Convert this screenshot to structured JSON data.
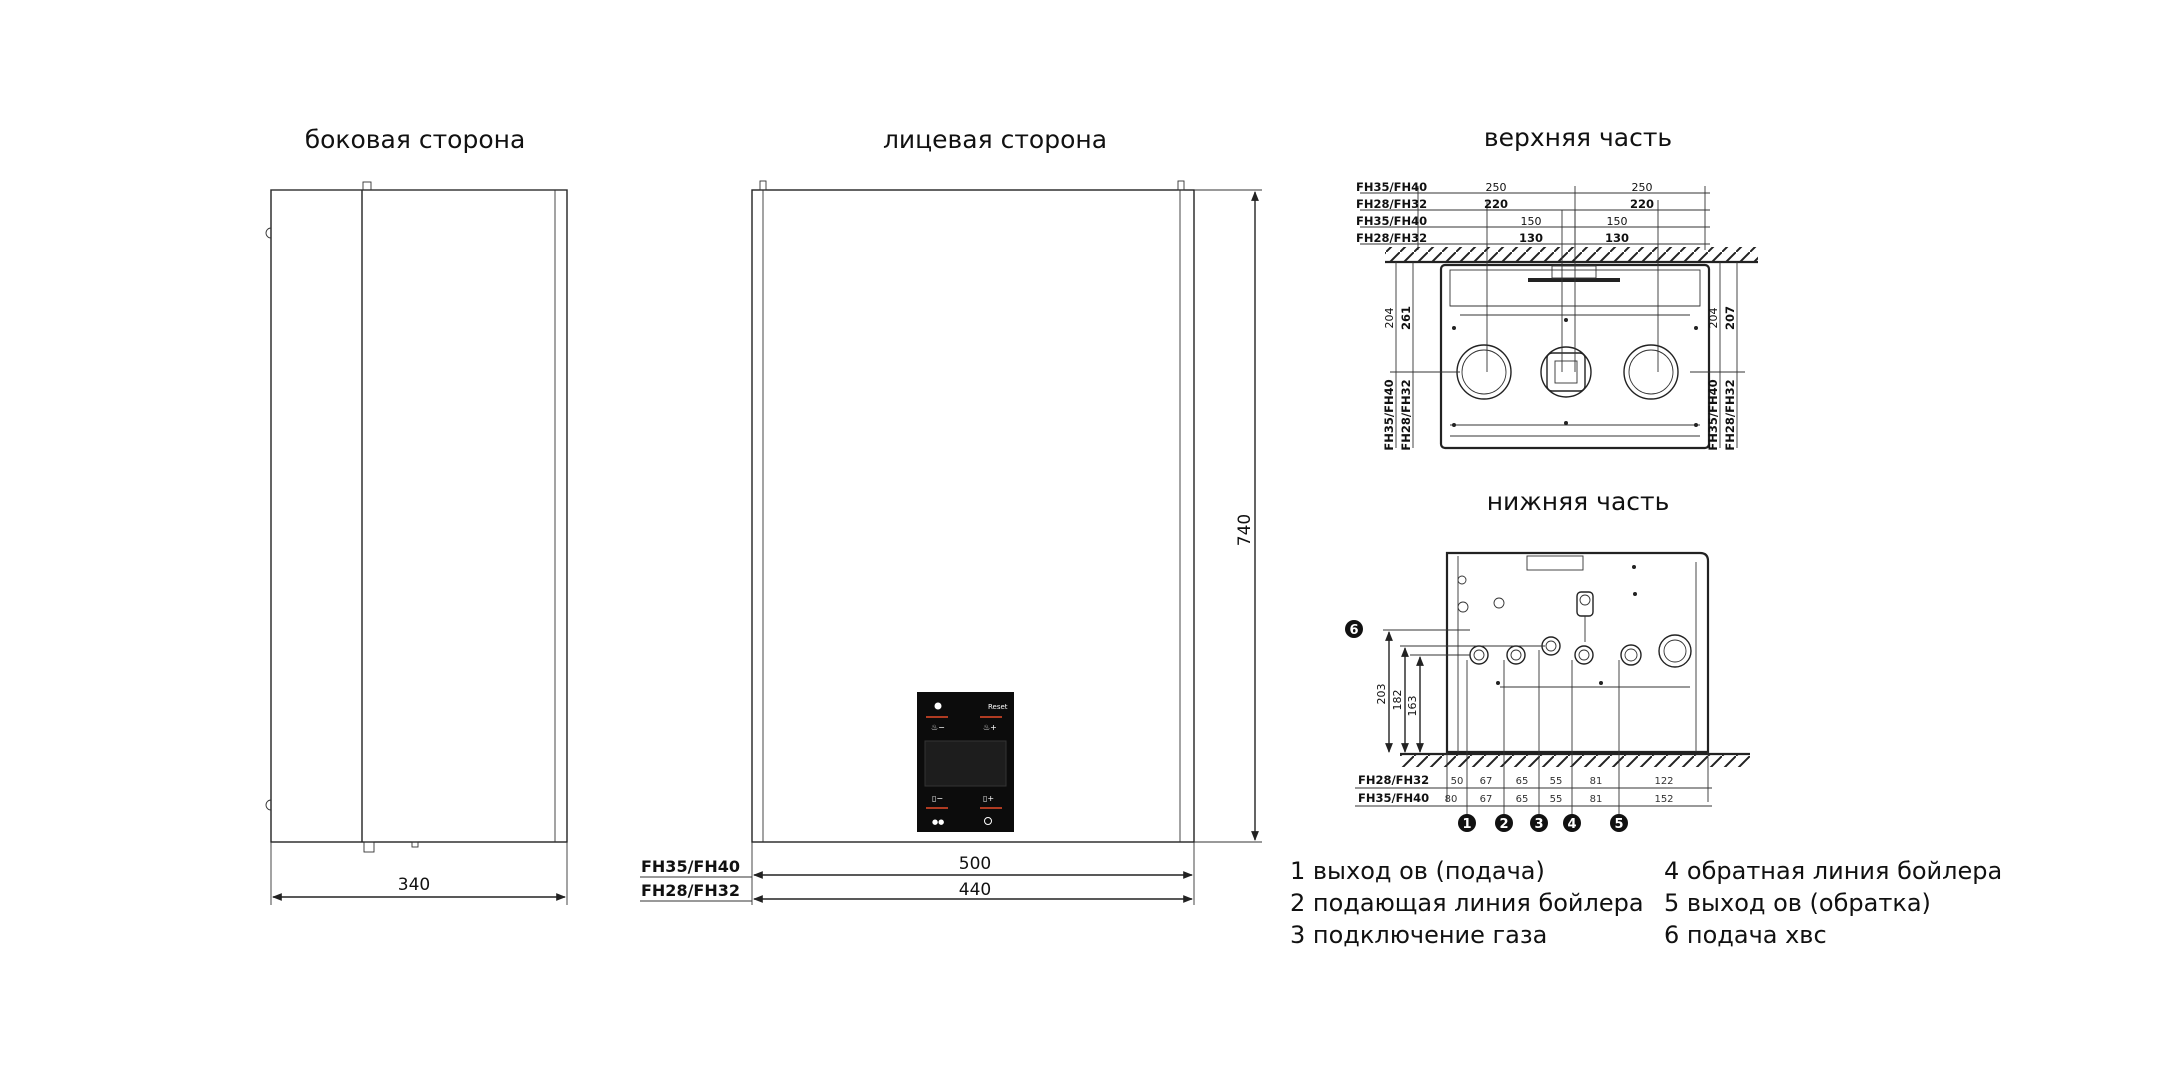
{
  "views": {
    "side_title": "боковая сторона",
    "front_title": "лицевая сторона",
    "top_title": "верхняя часть",
    "bottom_title": "нижняя часть"
  },
  "side_view": {
    "width_dim": "340"
  },
  "front_view": {
    "height_dim": "740",
    "models": [
      "FH35/FH40",
      "FH28/FH32"
    ],
    "widths": [
      "500",
      "440"
    ]
  },
  "control_panel": {
    "reset_label": "Reset"
  },
  "top_view": {
    "rows": [
      {
        "model": "FH35/FH40",
        "left": "250",
        "right": "250"
      },
      {
        "model": "FH28/FH32",
        "left": "220",
        "right": "220"
      },
      {
        "model": "FH35/FH40",
        "left": "150",
        "right": "150"
      },
      {
        "model": "FH28/FH32",
        "left": "130",
        "right": "130"
      }
    ],
    "left_dims": [
      "204",
      "261"
    ],
    "right_dims": [
      "204",
      "207"
    ],
    "left_models": [
      "FH35/FH40",
      "FH28/FH32"
    ],
    "right_models": [
      "FH35/FH40",
      "FH28/FH32"
    ]
  },
  "bottom_view": {
    "height_dims": [
      "203",
      "182",
      "163"
    ],
    "rows": [
      {
        "model": "FH28/FH32",
        "values": [
          "50",
          "67",
          "65",
          "55",
          "81",
          "122"
        ]
      },
      {
        "model": "FH35/FH40",
        "values": [
          "80",
          "67",
          "65",
          "55",
          "81",
          "152"
        ]
      }
    ],
    "markers": [
      "1",
      "2",
      "3",
      "4",
      "5"
    ],
    "marker6": "6"
  },
  "legend": {
    "left": [
      "1 выход ов (подача)",
      "2 подающая линия бойлера",
      "3 подключение газа"
    ],
    "right": [
      "4 обратная линия бойлера",
      "5 выход ов (обратка)",
      "6 подача хвс"
    ]
  }
}
